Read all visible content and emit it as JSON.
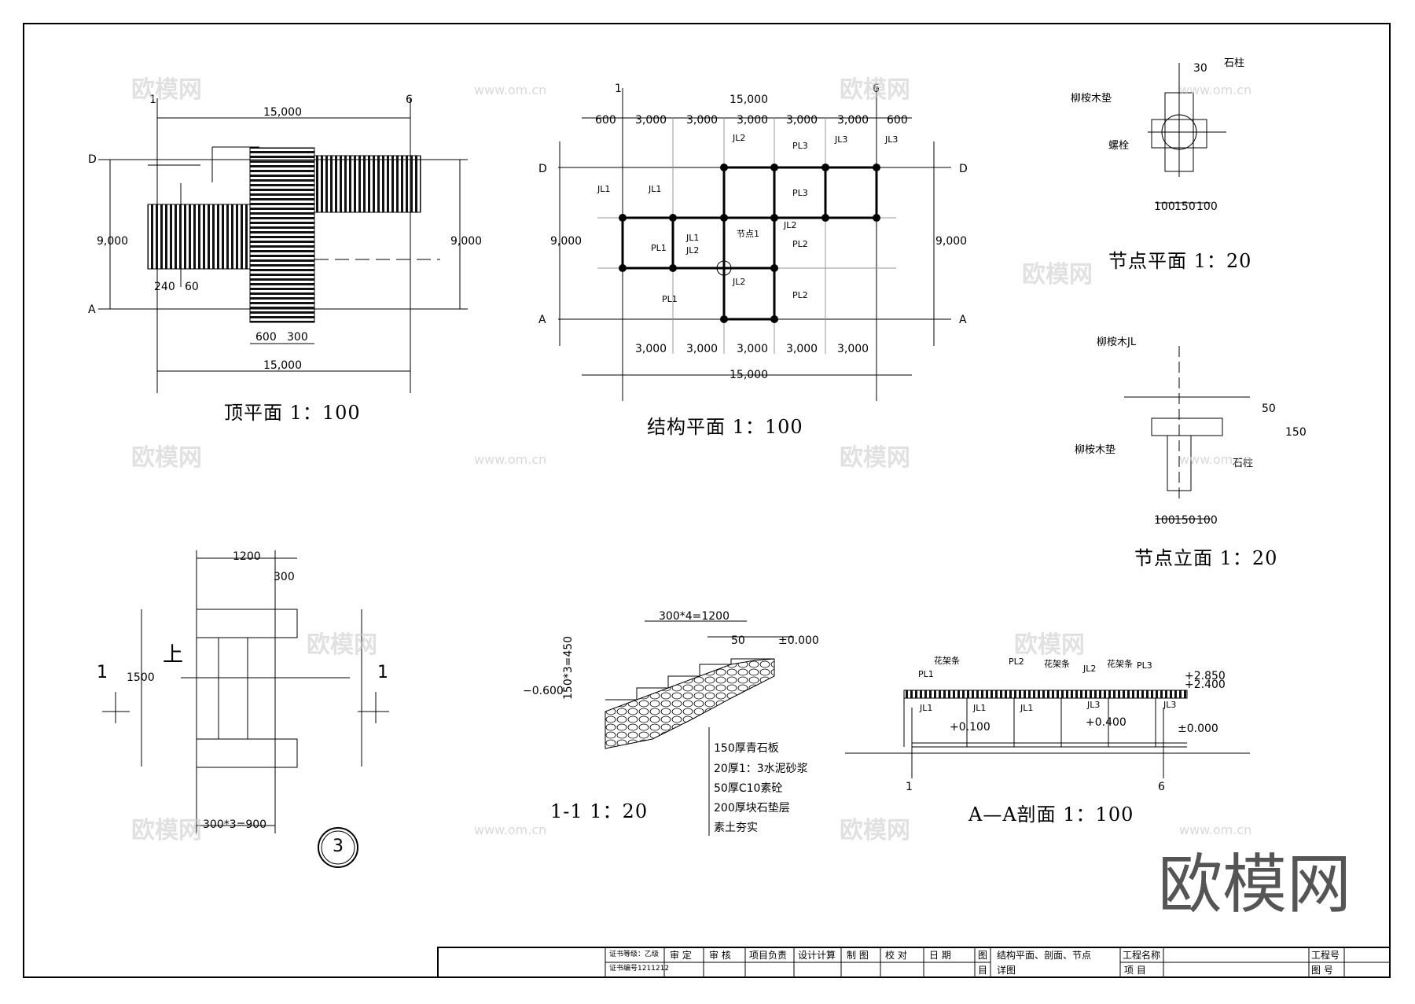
{
  "views": {
    "roof_plan": {
      "title": "顶平面  1：100"
    },
    "structure_plan": {
      "title": "结构平面  1：100"
    },
    "node_plan": {
      "title": "节点平面  1：20"
    },
    "node_elevation": {
      "title": "节点立面  1：20"
    },
    "section_1_1": {
      "title": "1-1  1：20"
    },
    "section_a_a": {
      "title": "A—A剖面  1：100"
    },
    "stair": {
      "badge": "3",
      "up_label": "上",
      "cut_mark": "1"
    }
  },
  "axes": {
    "a1": "1",
    "a6": "6",
    "aD": "D",
    "aA": "A"
  },
  "dims": {
    "d15000": "15,000",
    "d9000": "9,000",
    "d3000": "3,000",
    "d600": "600",
    "d300": "300",
    "d240": "240",
    "d60": "60",
    "d30": "30",
    "d50": "50",
    "d100": "100",
    "d150": "150",
    "d1200": "1200",
    "d1500": "1500",
    "d300x3": "300*3=900",
    "d300x4": "300*4=1200",
    "d150x3": "150*3=450"
  },
  "members": {
    "jl1": "JL1",
    "jl2": "JL2",
    "jl3": "JL3",
    "pl1": "PL1",
    "pl2": "PL2",
    "pl3": "PL3",
    "node1": "节点1",
    "hjt": "花架条"
  },
  "node_labels": {
    "stone_column": "石柱",
    "pad": "柳桉木垫",
    "bolt": "螺栓",
    "beam": "柳桉木JL"
  },
  "section_layers": [
    "150厚青石板",
    "20厚1：3水泥砂浆",
    "50厚C10素砼",
    "200厚块石垫层",
    "素土夯实"
  ],
  "elevations": {
    "e0": "±0.000",
    "e_m600": "−0.600",
    "e2850": "+2.850",
    "e2400": "+2.400",
    "e100": "+0.100",
    "e400": "+0.400"
  },
  "title_block": {
    "cert_grade": "证书等级：乙级",
    "cert_no": "证书编号1211212",
    "cells": [
      "审  定",
      "审  核",
      "项目负责",
      "设计计算",
      "制  图",
      "校  对",
      "日  期"
    ],
    "tu_label": "图",
    "mu_label": "目",
    "drawing_name_1": "结构平面、剖面、节点",
    "drawing_name_2": "详图",
    "project_name_label": "工程名称",
    "project_label": "项  目",
    "project_no_label": "工程号",
    "drawing_no_label": "图  号"
  },
  "watermark": {
    "brand": "欧模网",
    "url": "www.om.cn"
  }
}
